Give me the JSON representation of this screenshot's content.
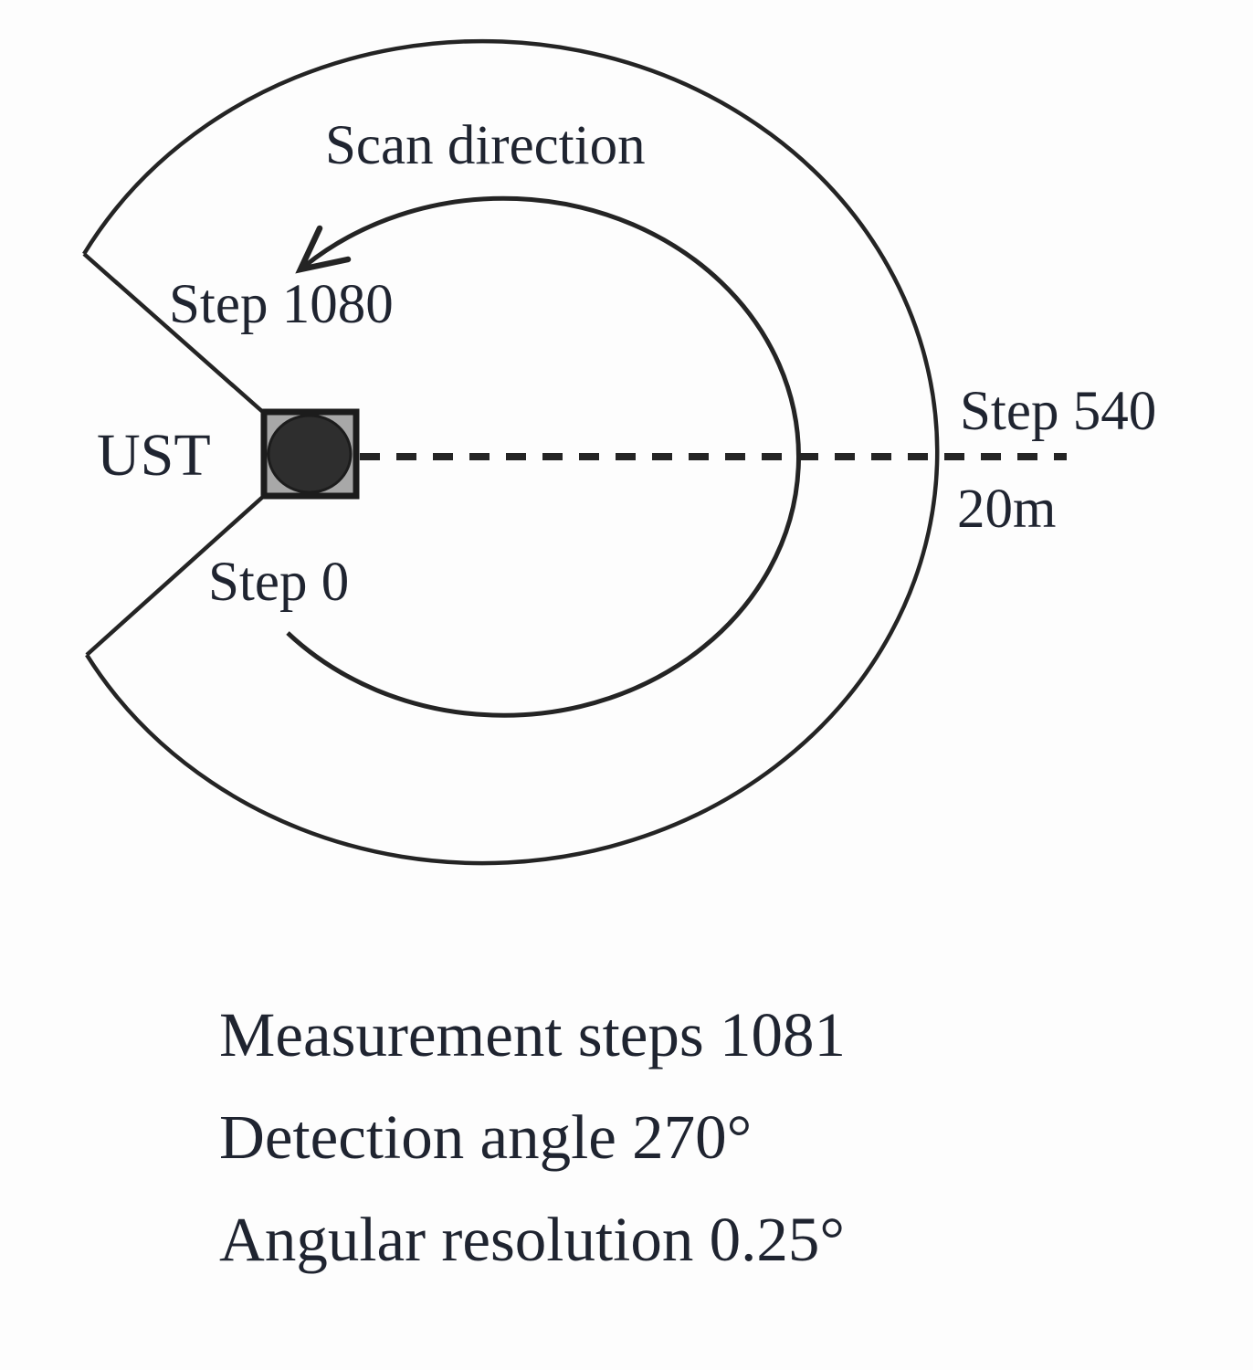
{
  "figure": {
    "labels": {
      "scan_direction": "Scan direction",
      "step_end": "Step 1080",
      "sensor": "UST",
      "step_start": "Step 0",
      "step_mid": "Step 540",
      "range": "20m"
    },
    "specs": [
      "Measurement steps 1081",
      "Detection angle 270°",
      "Angular resolution 0.25°"
    ],
    "colors": {
      "line": "#242424",
      "text": "#1f2430",
      "sensor_body": "#a8a8a8",
      "sensor_body_stroke": "#1c1c1c",
      "sensor_lens": "#2e2e2e",
      "background": "#fdfdfd"
    }
  }
}
